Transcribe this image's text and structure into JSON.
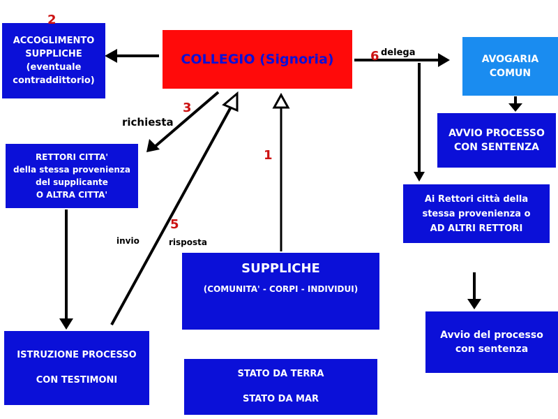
{
  "nodes": {
    "accoglimento": [
      "ACCOGLIMENTO",
      "SUPPLICHE",
      "(eventuale",
      "contraddittorio)"
    ],
    "collegio": "COLLEGIO (Signoria)",
    "avogaria": [
      "AVOGARIA",
      "COMUN"
    ],
    "avvio_sentenza": [
      "AVVIO PROCESSO",
      "CON SENTENZA"
    ],
    "rettori": [
      "RETTORI CITTA'",
      "della stessa provenienza",
      "del supplicante",
      "O ALTRA CITTA'"
    ],
    "ai_rettori": [
      "Ai Rettori città della",
      "stessa provenienza  o",
      "AD ALTRI RETTORI"
    ],
    "suppliche": [
      "SUPPLICHE",
      "(COMUNITA' - CORPI - INDIVIDUI)"
    ],
    "istruzione": [
      "ISTRUZIONE PROCESSO",
      "CON TESTIMONI"
    ],
    "avvio_processo": [
      "Avvio del processo",
      "con sentenza"
    ],
    "stato": [
      "STATO DA TERRA",
      "STATO DA MAR"
    ]
  },
  "labels": {
    "delega": "delega",
    "richiesta": "richiesta",
    "invio": "invio",
    "risposta": "risposta"
  },
  "step_numbers": {
    "n1": "1",
    "n2": "2",
    "n3": "3",
    "n5": "5",
    "n6": "6"
  },
  "colors": {
    "box_blue": "#0b10d8",
    "box_red": "#ff0a0a",
    "box_light_blue": "#1a8cf0",
    "number_red": "#cc1111"
  }
}
